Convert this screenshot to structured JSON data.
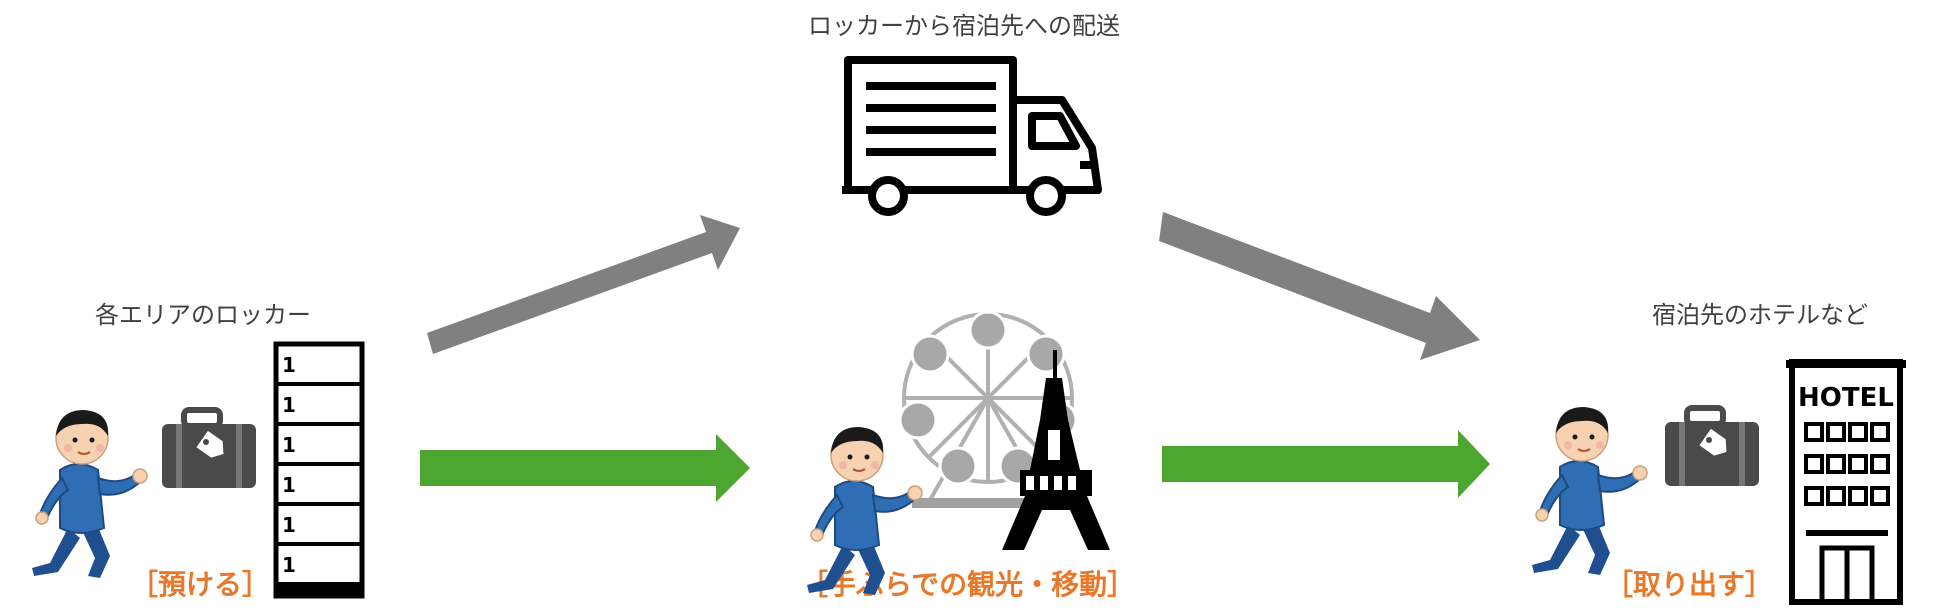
{
  "labels": {
    "delivery": "ロッカーから宿泊先への配送",
    "locker": "各エリアのロッカー",
    "hotel_dest": "宿泊先のホテルなど",
    "deposit": "［預ける］",
    "sightseeing": "［手ぶらでの観光・移動］",
    "pickup": "［取り出す］"
  },
  "locker_numbers": [
    "1",
    "1",
    "1",
    "1",
    "1",
    "1"
  ],
  "hotel_sign": "HOTEL",
  "colors": {
    "gray_arrow": "#808080",
    "green_arrow": "#4ca62f",
    "accent_text": "#e8782a",
    "caption_text": "#404040",
    "person_shirt": "#2f6db5",
    "bag": "#4a4a4a"
  }
}
